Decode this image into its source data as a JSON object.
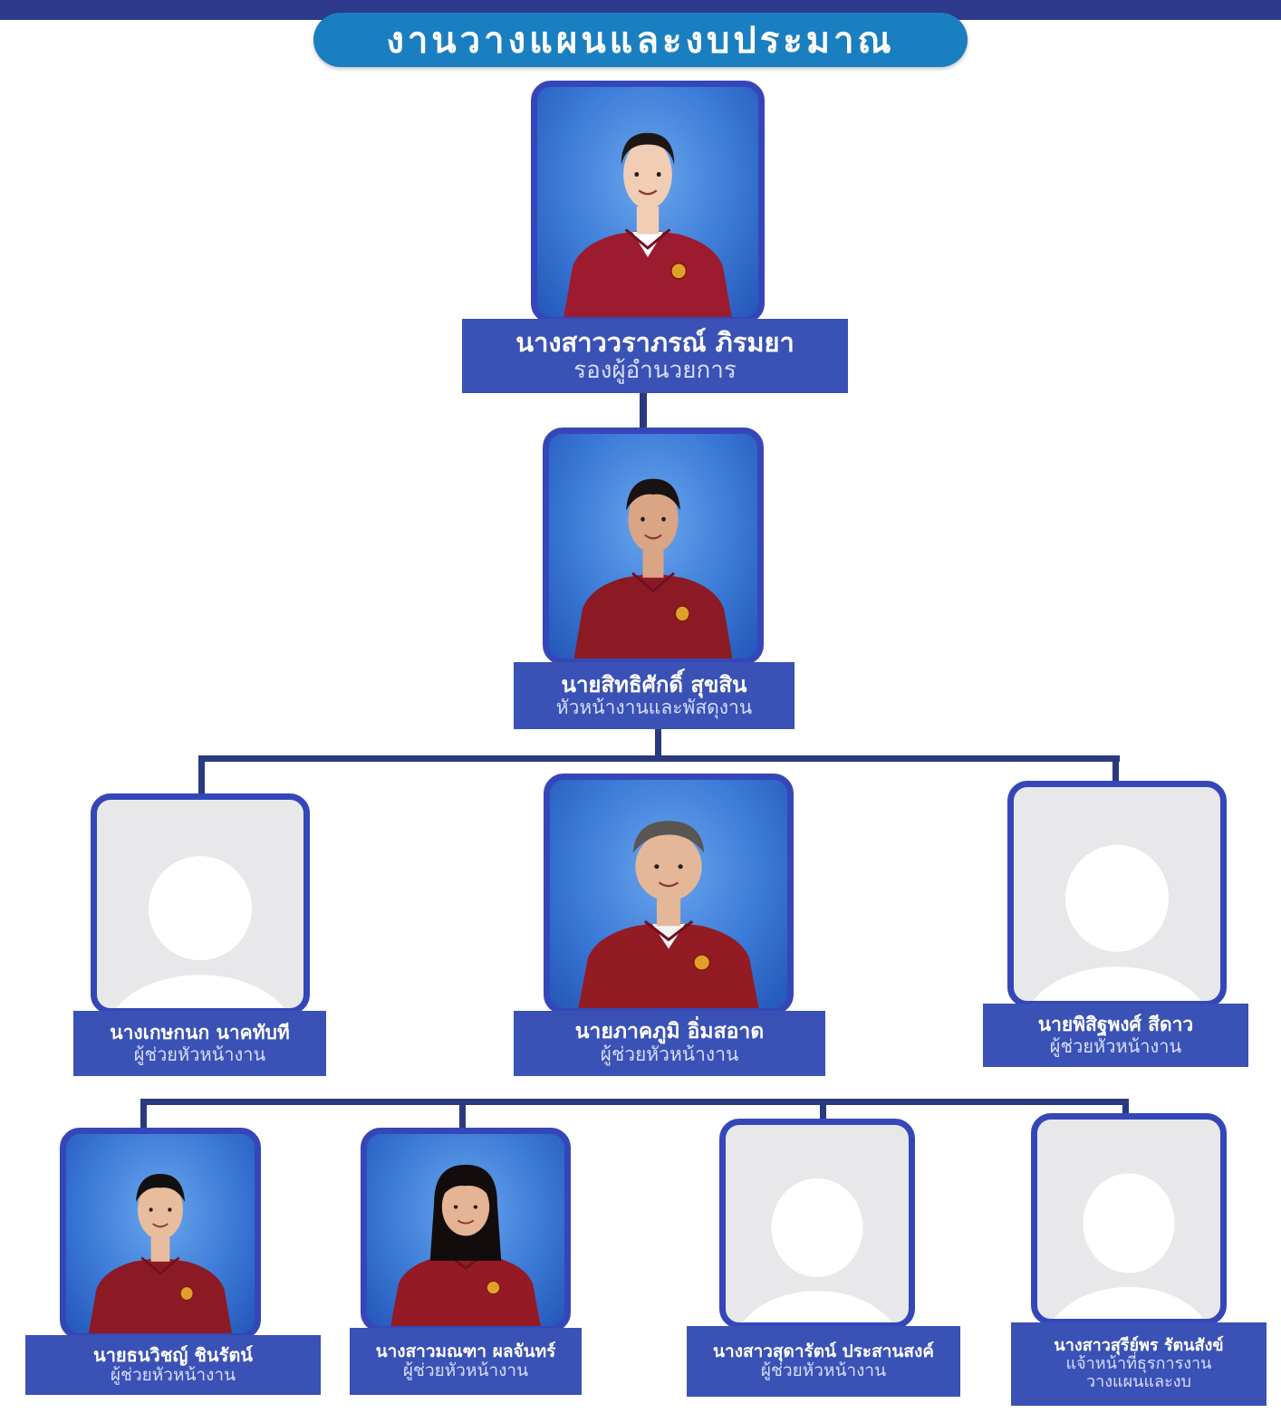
{
  "title": "งานวางแผนและงบประมาณ",
  "colors": {
    "top_bar": "#2e3a8c",
    "title_pill": "#1a7fc0",
    "card_border": "#3547b8",
    "nameplate": "#3a51b5",
    "connector": "#2b3a7e"
  },
  "chart_data": {
    "type": "org-chart",
    "levels": [
      [
        {
          "name": "นางสาววราภรณ์ ภิรมยา",
          "role": "รองผู้อำนวยการ"
        }
      ],
      [
        {
          "name": "นายสิทธิศักดิ์ สุขสิน",
          "role": "หัวหน้างานและพัสดุงาน"
        }
      ],
      [
        {
          "name": "นางเกษกนก นาคทับที",
          "role": "ผู้ช่วยหัวหน้างาน"
        },
        {
          "name": "นายภาคภูมิ อิ่มสอาด",
          "role": "ผู้ช่วยหัวหน้างาน"
        },
        {
          "name": "นายพิสิฐพงศ์ สีดาว",
          "role": "ผู้ช่วยหัวหน้างาน"
        }
      ],
      [
        {
          "name": "นายธนวิชญ์ ชินรัตน์",
          "role": "ผู้ช่วยหัวหน้างาน"
        },
        {
          "name": "นางสาวมณฑา ผลจันทร์",
          "role": "ผู้ช่วยหัวหน้างาน"
        },
        {
          "name": "นางสาวสุดารัตน์ ประสานสงค์",
          "role": "ผู้ช่วยหัวหน้างาน"
        },
        {
          "name": "นางสาวสุรีย์พร รัตนสังข์",
          "role": "แจ้าหน้าที่ธุรการงาน",
          "role2": "วางแผนและงบ"
        }
      ]
    ]
  },
  "photos": [
    {
      "kind": "woman-red-blazer"
    },
    {
      "kind": "man-red-shirt"
    },
    {
      "kind": "placeholder"
    },
    {
      "kind": "older-man-red-shirt"
    },
    {
      "kind": "placeholder"
    },
    {
      "kind": "young-man-red-shirt"
    },
    {
      "kind": "woman-long-hair-red-shirt"
    },
    {
      "kind": "placeholder"
    },
    {
      "kind": "placeholder"
    }
  ]
}
